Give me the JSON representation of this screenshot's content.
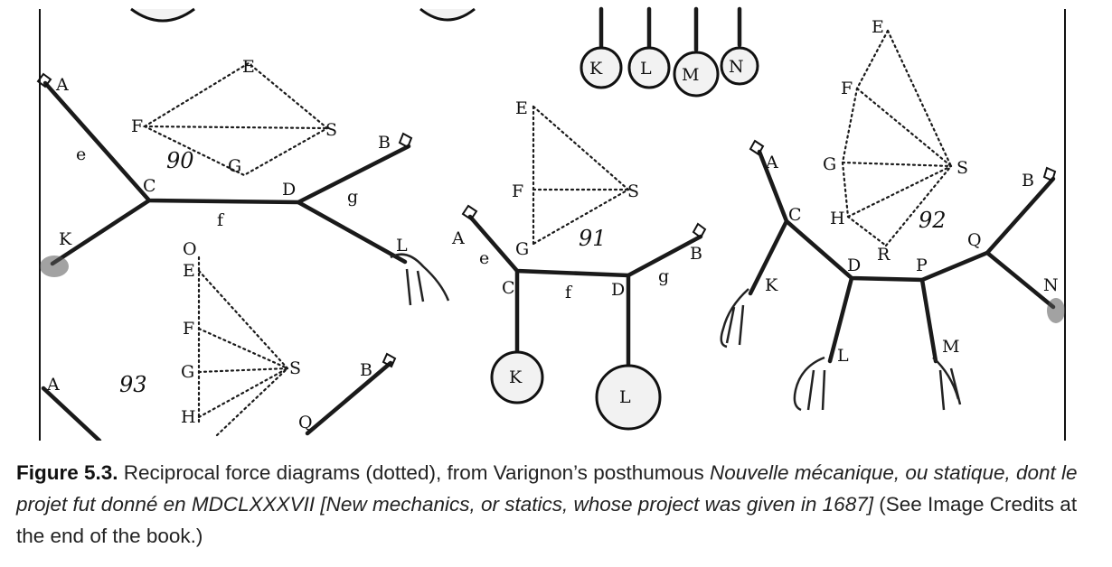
{
  "figure": {
    "diagram_numbers": [
      "90",
      "91",
      "92",
      "93"
    ],
    "labels_90": {
      "A": "A",
      "e": "e",
      "C": "C",
      "f": "f",
      "D": "D",
      "g": "g",
      "B": "B",
      "K": "K",
      "L": "L",
      "E": "E",
      "F": "F",
      "G": "G",
      "S": "S"
    },
    "labels_91": {
      "A": "A",
      "e": "e",
      "C": "C",
      "f": "f",
      "D": "D",
      "g": "g",
      "B": "B",
      "K": "K",
      "L": "L",
      "E": "E",
      "F": "F",
      "G": "G",
      "S": "S"
    },
    "labels_92": {
      "A": "A",
      "C": "C",
      "D": "D",
      "P": "P",
      "Q": "Q",
      "B": "B",
      "N": "N",
      "K": "K",
      "L": "L",
      "M": "M",
      "E": "E",
      "F": "F",
      "G": "G",
      "H": "H",
      "R": "R",
      "S": "S"
    },
    "labels_93": {
      "O": "O",
      "E": "E",
      "F": "F",
      "G": "G",
      "H": "H",
      "S": "S",
      "A": "A",
      "B": "B",
      "Q": "Q"
    },
    "labels_top_weights": {
      "K": "K",
      "L": "L",
      "M": "M",
      "N": "N"
    }
  },
  "caption": {
    "figure_label": "Figure 5.3.",
    "text_plain_1": " Reciprocal force diagrams (dotted), from Varignon’s posthumous ",
    "text_italic": "Nouvelle mécanique, ou statique, dont le projet fut donné en MDCLXXXVII [New mechanics, or statics, whose project was given in 1687]",
    "text_plain_2": " (See Image Credits at the end of the book.)"
  }
}
